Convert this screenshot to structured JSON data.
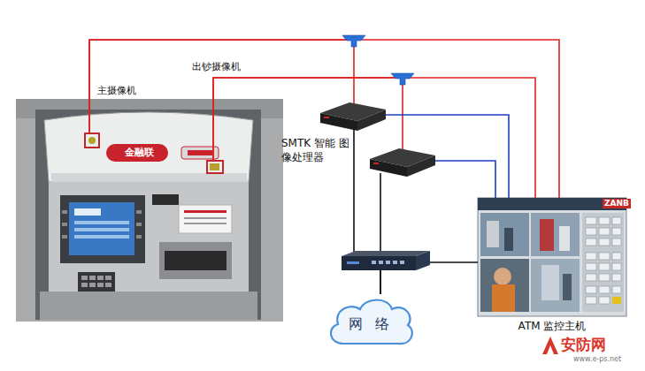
{
  "diagram": {
    "nodes": [
      {
        "text": [
          "主摄像机"
        ]
      },
      {
        "text": [
          "出钞摄像机"
        ]
      },
      {
        "text": [
          "SMTK 智能 图像处理器"
        ]
      },
      {
        "text": [
          "网 络"
        ]
      },
      {
        "text": [
          "ATM 监控主机"
        ]
      }
    ],
    "edges": [
      {
        "from": 0,
        "to": 4,
        "arrow": "none"
      },
      {
        "from": 0,
        "to": 2,
        "arrow": "none"
      },
      {
        "from": 1,
        "to": 4,
        "arrow": "none"
      },
      {
        "from": 1,
        "to": 2,
        "arrow": "none"
      },
      {
        "from": 2,
        "to": 4,
        "arrow": "none"
      },
      {
        "from": 2,
        "to": 3,
        "arrow": "none"
      },
      {
        "from": 3,
        "to": 4,
        "arrow": "none"
      }
    ],
    "labels": [
      "金融联",
      "ZANB",
      "安防网",
      "www.e-ps.net"
    ]
  }
}
